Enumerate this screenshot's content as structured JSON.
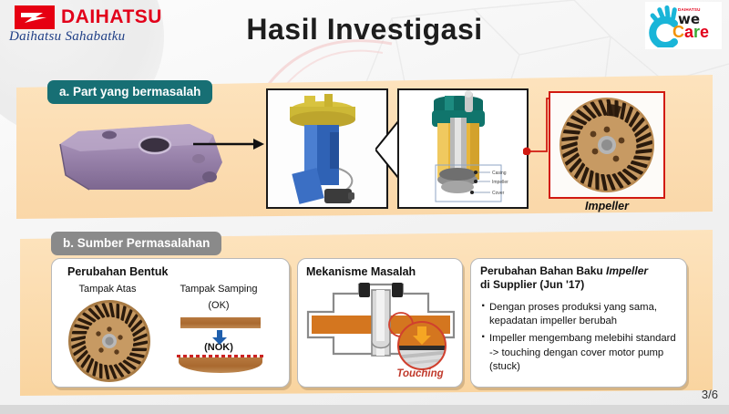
{
  "brand": {
    "logo_text": "DAIHATSU",
    "tagline": "Daihatsu Sahabatku",
    "wecare_sub": "DAIHATSU",
    "wecare_we": "we",
    "wecare_c": "C",
    "wecare_a": "a",
    "wecare_r": "r",
    "wecare_e": "e",
    "accent_red": "#e2001a",
    "accent_teal": "#176f74"
  },
  "header": {
    "title": "Hasil Investigasi"
  },
  "section_a": {
    "label": "a. Part yang bermasalah",
    "impeller_caption": "Impeller",
    "cutaway_labels": [
      "Casing",
      "Impeller",
      "Cover"
    ]
  },
  "section_b": {
    "label": "b. Sumber Permasalahan",
    "card_shape": {
      "heading": "Perubahan Bentuk",
      "view_top": "Tampak Atas",
      "view_side": "Tampak Samping",
      "status_ok": "(OK)",
      "status_nok": "(NOK)"
    },
    "card_mechanism": {
      "heading": "Mekanisme Masalah",
      "callout": "Touching"
    },
    "card_cause": {
      "heading_line1": "Perubahan Bahan Baku ",
      "heading_italic": "Impeller",
      "heading_line2": "di Supplier (Jun '17)",
      "bullets": [
        "Dengan proses produksi yang sama, kepadatan impeller berubah",
        "Impeller mengembang melebihi standard -> touching dengan cover motor pump (stuck)"
      ]
    }
  },
  "footer": {
    "page": "3/6"
  }
}
